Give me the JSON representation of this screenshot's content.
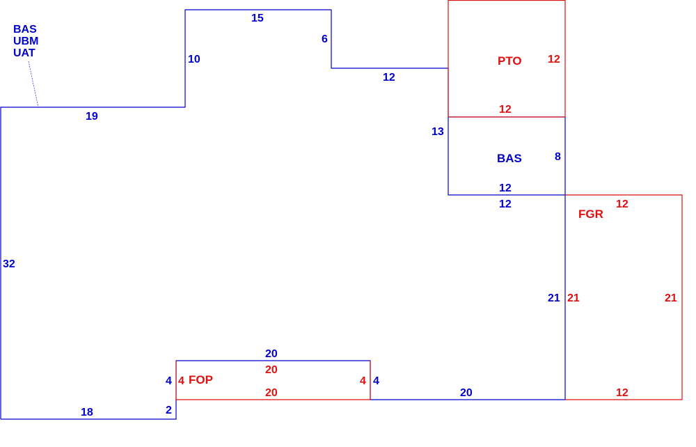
{
  "colors": {
    "main": "#0000cc",
    "addition": "#dd1111"
  },
  "legend": {
    "line1": "BAS",
    "line2": "UBM",
    "line3": "UAT"
  },
  "areas": {
    "main_label": "BAS",
    "porch_label": "PTO",
    "garage_label": "FGR",
    "patio_label": "FOP"
  },
  "main_dims": {
    "top_left": "19",
    "step_left": "10",
    "top_mid": "15",
    "step_mid": "6",
    "top_right": "12",
    "bas_left": "13",
    "bas_right": "8",
    "bas_bottom": "12",
    "bas_garage_top": "12",
    "west_wall": "32",
    "bottom_left": "18",
    "patio_step": "2",
    "patio_left": "4",
    "patio_top": "20",
    "patio_right": "4",
    "bottom_mid": "20",
    "east_wall": "21"
  },
  "addition_dims": {
    "porch_right": "12",
    "porch_bottom": "12",
    "garage_top": "12",
    "garage_left": "21",
    "garage_right": "21",
    "garage_bottom": "12",
    "patio_top": "20",
    "patio_bottom": "20",
    "patio_left": "4",
    "patio_right": "4"
  }
}
